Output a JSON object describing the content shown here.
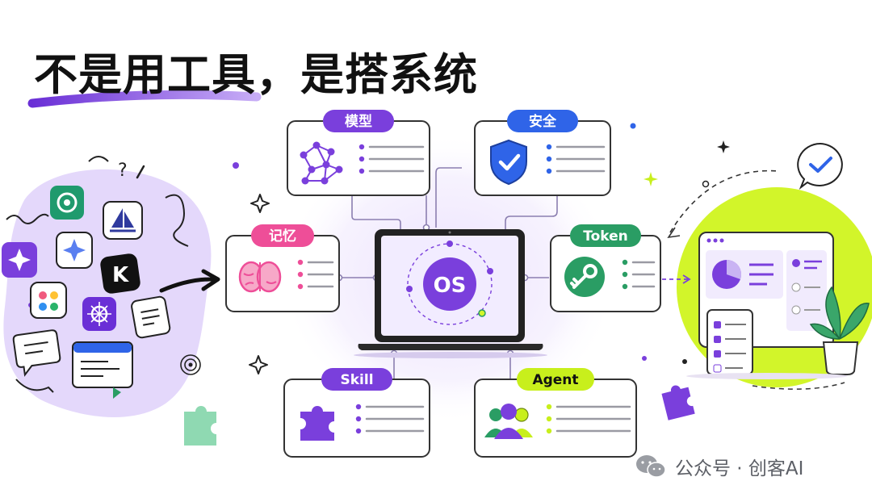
{
  "title": "不是用工具，是搭系统",
  "center": {
    "label": "OS"
  },
  "modules": {
    "model": {
      "label": "模型",
      "color": "#7a3fdc",
      "icon": "network-graph-icon"
    },
    "security": {
      "label": "安全",
      "color": "#2f64e8",
      "icon": "shield-check-icon"
    },
    "memory": {
      "label": "记忆",
      "color": "#ee4e98",
      "icon": "brain-icon"
    },
    "token": {
      "label": "Token",
      "color": "#2a9d64",
      "icon": "key-icon"
    },
    "skill": {
      "label": "Skill",
      "color": "#7a3fdc",
      "icon": "puzzle-icon"
    },
    "agent": {
      "label": "Agent",
      "color": "#c8ef1c",
      "icon": "people-group-icon"
    }
  },
  "colors": {
    "purple": "#7a3fdc",
    "lime": "#d2f52a",
    "lavender": "#e4d8fb"
  },
  "watermark": {
    "text": "公众号 · 创客AI",
    "icon": "wechat-icon"
  }
}
